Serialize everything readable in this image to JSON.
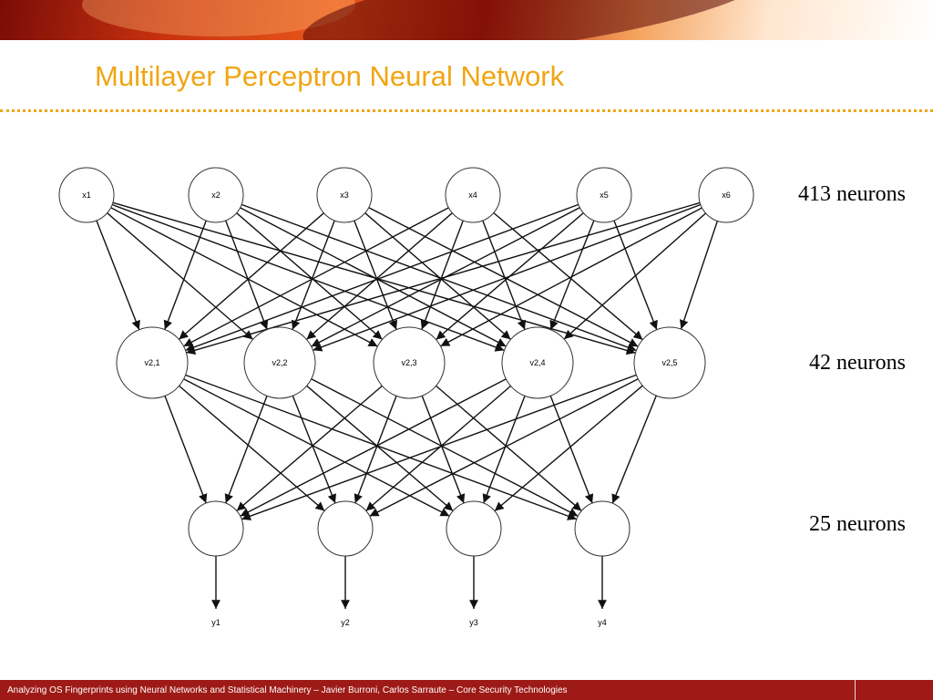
{
  "slide": {
    "title": "Multilayer Perceptron Neural Network",
    "footer": "Analyzing OS Fingerprints using Neural Networks and Statistical Machinery – Javier Burroni, Carlos Sarraute – Core Security Technologies"
  },
  "colors": {
    "title": "#f0a512",
    "footer_bar": "#9e1a17",
    "edge": "#111111"
  },
  "layers": [
    {
      "count_label": "413 neurons",
      "nodes": [
        "x1",
        "x2",
        "x3",
        "x4",
        "x5",
        "x6"
      ]
    },
    {
      "count_label": "42 neurons",
      "nodes": [
        "v2,1",
        "v2,2",
        "v2,3",
        "v2,4",
        "v2,5"
      ]
    },
    {
      "count_label": "25 neurons",
      "nodes": [
        "",
        "",
        "",
        ""
      ]
    }
  ],
  "outputs": [
    "y1",
    "y2",
    "y3",
    "y4"
  ]
}
